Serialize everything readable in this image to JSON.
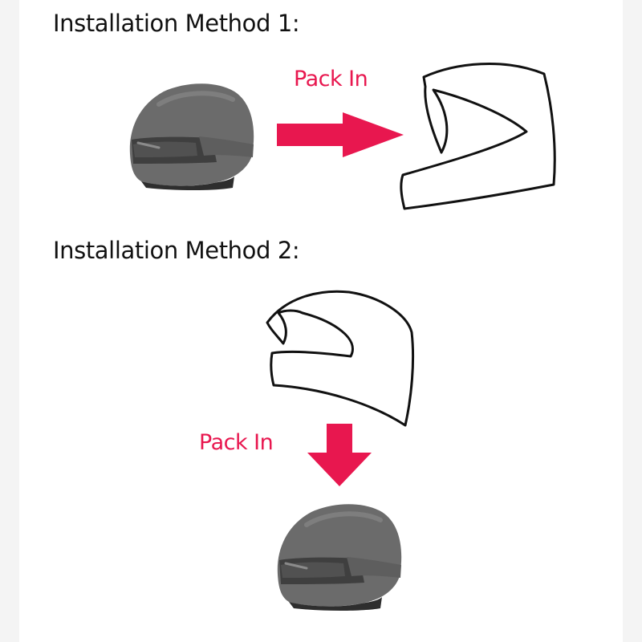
{
  "methods": [
    {
      "heading": "Installation Method 1:",
      "action_label": "Pack In",
      "arrow_direction": "right"
    },
    {
      "heading": "Installation Method 2:",
      "action_label": "Pack In",
      "arrow_direction": "down"
    }
  ],
  "colors": {
    "arrow": "#e8174f",
    "helmet_shell": "#6b6b6b",
    "helmet_visor": "#3f3f3f",
    "helmet_chin": "#2e2e2e",
    "outline": "#111111"
  },
  "icons": [
    "helmet-icon",
    "helmet-cover-outline-icon",
    "arrow-right-icon",
    "arrow-down-icon"
  ]
}
